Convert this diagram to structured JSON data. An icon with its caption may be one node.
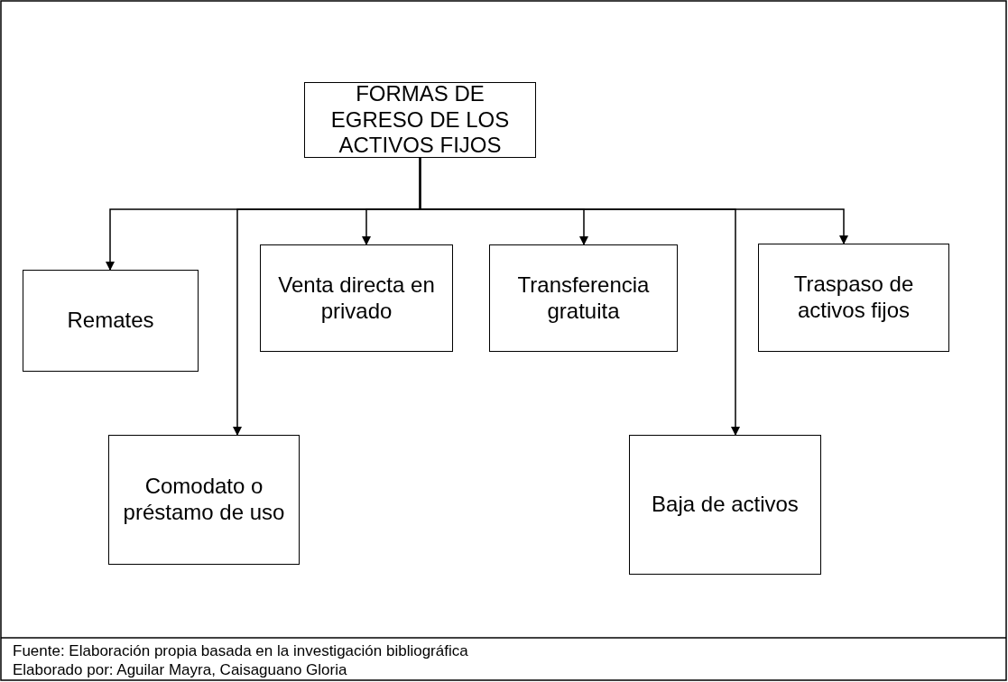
{
  "diagram": {
    "nodes": [
      {
        "text": [
          "FORMAS DE EGRESO DE LOS ACTIVOS FIJOS"
        ]
      },
      {
        "text": [
          "Remates"
        ]
      },
      {
        "text": [
          "Comodato o préstamo de uso"
        ]
      },
      {
        "text": [
          "Venta directa en privado"
        ]
      },
      {
        "text": [
          "Transferencia gratuita"
        ]
      },
      {
        "text": [
          "Traspaso de activos fijos"
        ]
      },
      {
        "text": [
          "Baja de activos"
        ]
      }
    ],
    "edges": [
      {
        "from": 0,
        "to": 1,
        "arrow": "to"
      },
      {
        "from": 0,
        "to": 2,
        "arrow": "to"
      },
      {
        "from": 0,
        "to": 3,
        "arrow": "to"
      },
      {
        "from": 0,
        "to": 4,
        "arrow": "to"
      },
      {
        "from": 0,
        "to": 6,
        "arrow": "to"
      },
      {
        "from": 0,
        "to": 5,
        "arrow": "to"
      }
    ],
    "labels": [
      "Fuente: Elaboración propia basada en la investigación bibliográfica",
      "Elaborado por: Aguilar Mayra, Caisaguano Gloria"
    ]
  }
}
